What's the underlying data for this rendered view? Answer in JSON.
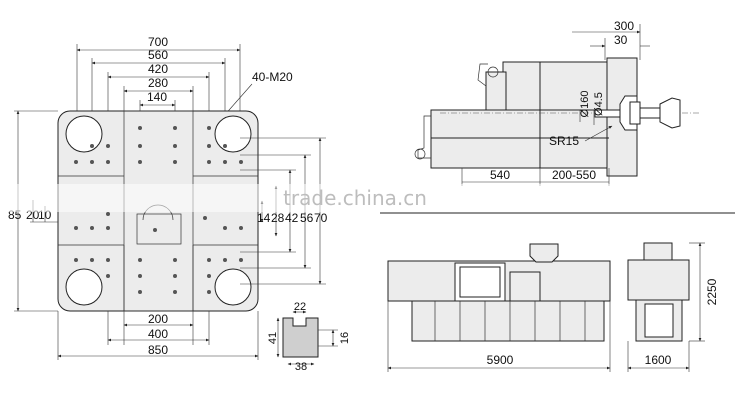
{
  "watermark": "trade.china.cn",
  "platen": {
    "width_dims": [
      "700",
      "560",
      "420",
      "280",
      "140"
    ],
    "thread_label": "40-M20",
    "bottom_dims": [
      "200",
      "400",
      "850"
    ],
    "left_labels": [
      "85",
      "20",
      "10"
    ],
    "right_labels": [
      "14",
      "28",
      "42",
      "56",
      "70"
    ]
  },
  "slot": {
    "top": "22",
    "left": "41",
    "right": "16",
    "bottom": "38"
  },
  "nozzle": {
    "dim_300": "300",
    "dim_30": "30",
    "dia": "Ø160",
    "dia_small": "Ø4.5",
    "sphere": "SR15",
    "dim_540": "540",
    "dim_stroke": "200-550"
  },
  "machine": {
    "length": "5900",
    "width": "1600",
    "height": "2250"
  }
}
